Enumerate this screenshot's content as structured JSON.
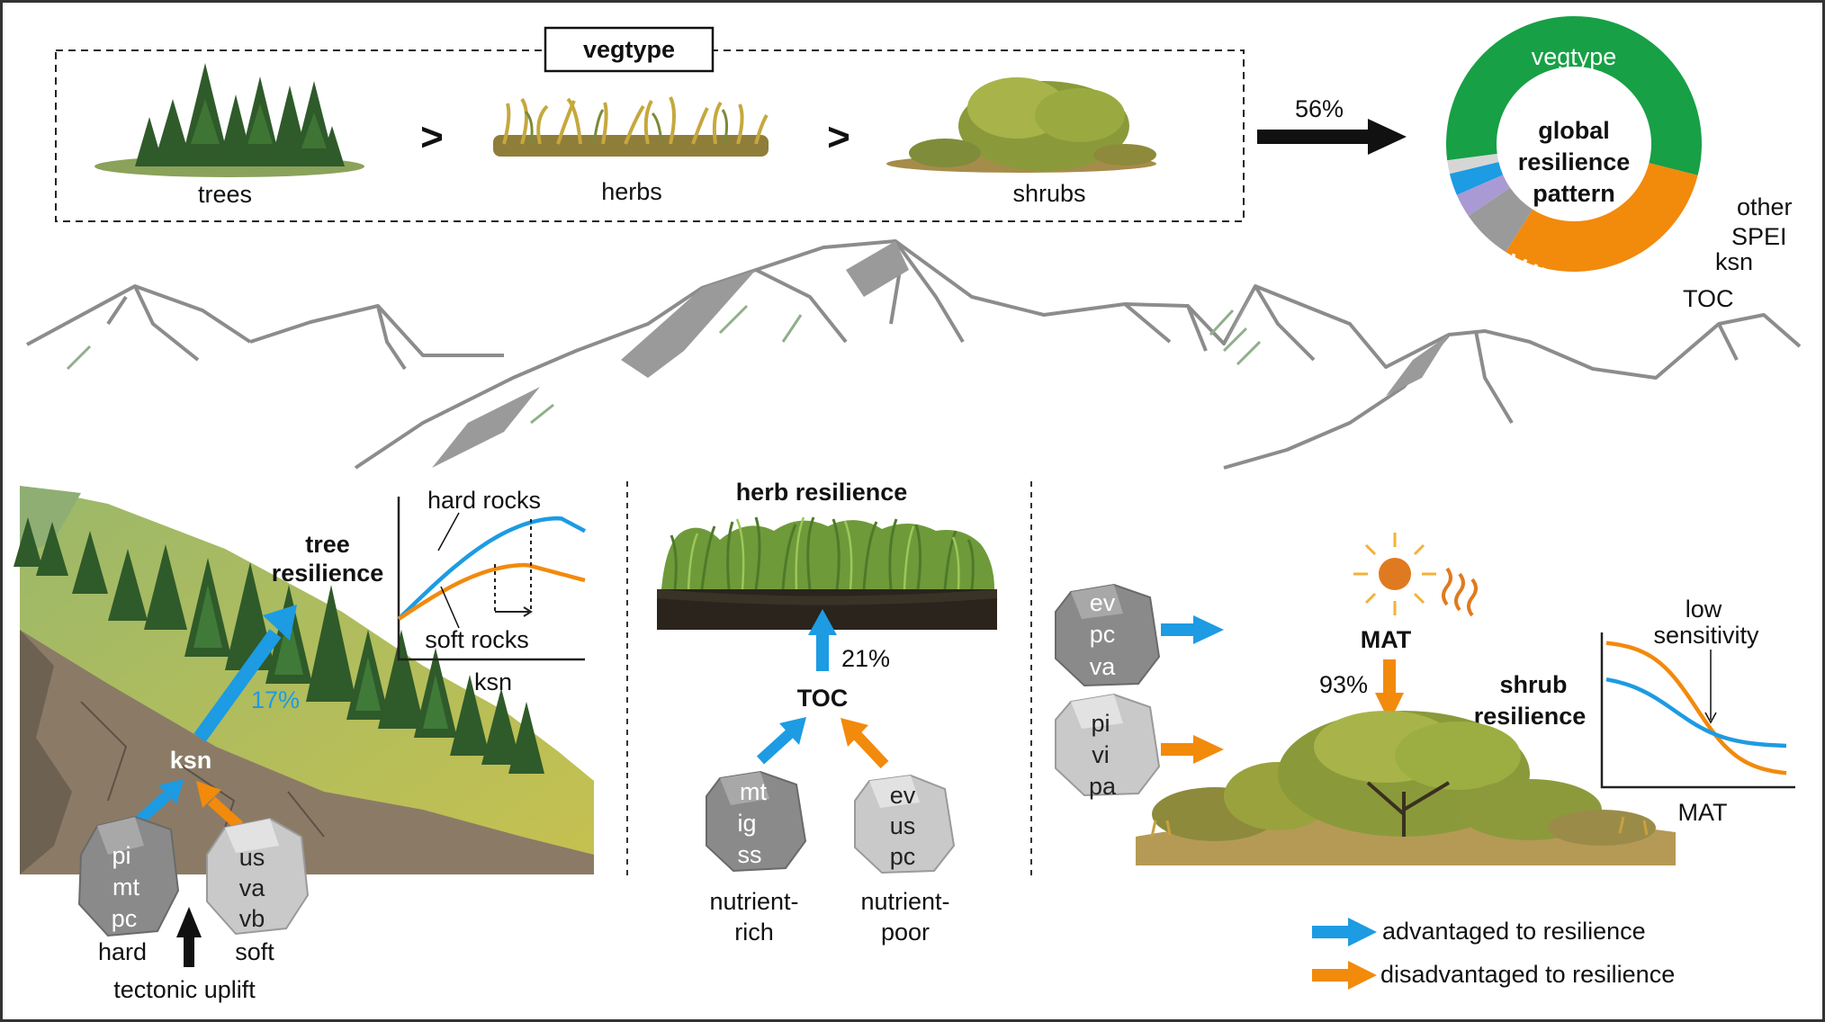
{
  "vegtype_box": {
    "title": "vegtype",
    "items": [
      "trees",
      "herbs",
      "shrubs"
    ],
    "order_symbol": ">"
  },
  "global": {
    "arrow_label": "56%",
    "donut_center": [
      "global",
      "resilience",
      "pattern"
    ],
    "donut_slices": [
      {
        "name": "vegtype",
        "value": 56,
        "color": "#17a046"
      },
      {
        "name": "MAT",
        "value": 30,
        "color": "#f28a0c"
      },
      {
        "name": "TOC",
        "value": 6.5,
        "color": "#9a9a9a"
      },
      {
        "name": "ksn",
        "value": 3,
        "color": "#a99ad4"
      },
      {
        "name": "SPEI",
        "value": 2.8,
        "color": "#1d9be3"
      },
      {
        "name": "other",
        "value": 1.7,
        "color": "#d6d6d6"
      }
    ]
  },
  "trees_panel": {
    "title": [
      "tree",
      "resilience"
    ],
    "ksn_label": "ksn",
    "arrow_label": "17%",
    "inset": {
      "top_label": "hard rocks",
      "bottom_label": "soft rocks",
      "xlabel": "ksn"
    },
    "rock_hard": {
      "lines": [
        "pi",
        "mt",
        "pc"
      ],
      "label": "hard"
    },
    "rock_soft": {
      "lines": [
        "us",
        "va",
        "vb"
      ],
      "label": "soft"
    },
    "uplift_label": "tectonic uplift"
  },
  "herbs_panel": {
    "title": "herb resilience",
    "arrow_label": "21%",
    "driver": "TOC",
    "rock_rich": {
      "lines": [
        "mt",
        "ig",
        "ss"
      ],
      "label": [
        "nutrient-",
        "rich"
      ]
    },
    "rock_poor": {
      "lines": [
        "ev",
        "us",
        "pc"
      ],
      "label": [
        "nutrient-",
        "poor"
      ]
    }
  },
  "shrubs_panel": {
    "title": [
      "shrub",
      "resilience"
    ],
    "driver": "MAT",
    "arrow_label": "93%",
    "rock_adv": {
      "lines": [
        "ev",
        "pc",
        "va"
      ]
    },
    "rock_dis": {
      "lines": [
        "pi",
        "vi",
        "pa"
      ]
    },
    "inset": {
      "annotation": [
        "low",
        "sensitivity"
      ],
      "xlabel": "MAT"
    }
  },
  "legend": {
    "items": [
      {
        "label": "advantaged to resilience",
        "color": "#1d9be3"
      },
      {
        "label": "disadvantaged to resilience",
        "color": "#f28a0c"
      }
    ]
  }
}
